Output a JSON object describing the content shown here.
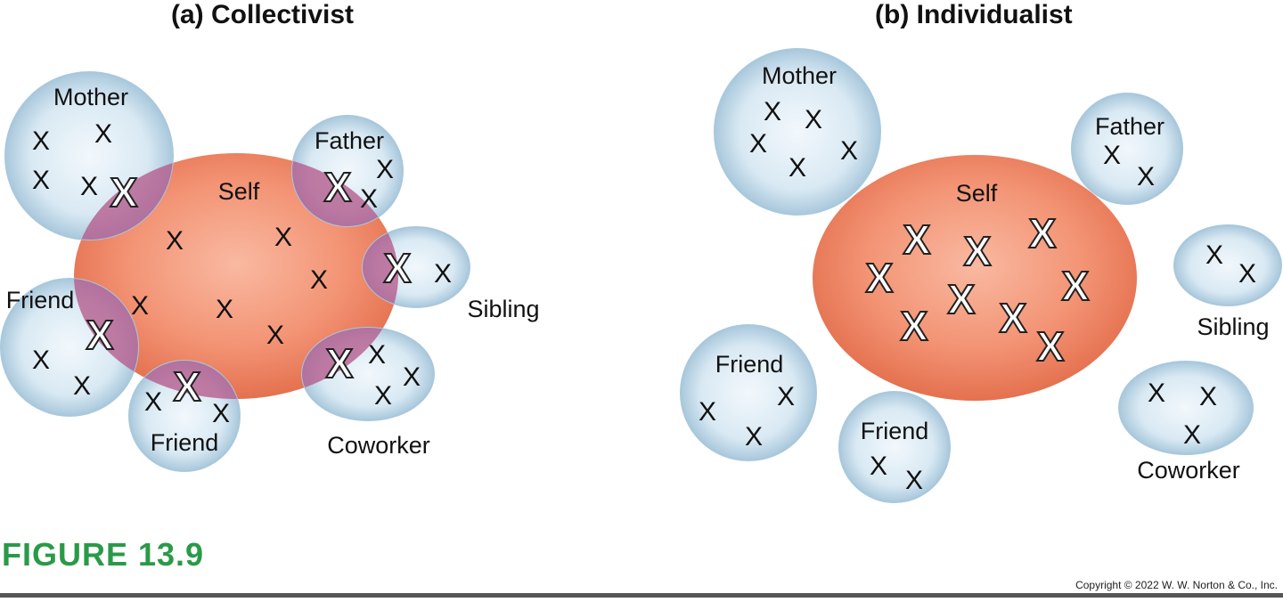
{
  "panel_a": {
    "title": "(a)  Collectivist",
    "self_label": "Self",
    "others": {
      "mother": "Mother",
      "father": "Father",
      "sibling": "Sibling",
      "friend_left": "Friend",
      "friend_bottom": "Friend",
      "coworker": "Coworker"
    }
  },
  "panel_b": {
    "title": "(b)  Individualist",
    "self_label": "Self",
    "others": {
      "mother": "Mother",
      "father": "Father",
      "sibling": "Sibling",
      "friend_left": "Friend",
      "friend_bottom": "Friend",
      "coworker": "Coworker"
    }
  },
  "mark": "X",
  "figure_label": "FIGURE 13.9",
  "copyright": "Copyright © 2022 W. W. Norton & Co., Inc.",
  "colors": {
    "self_fill": "#f08c6e",
    "other_fill": "#cfe3ef",
    "overlap_fill": "#b35a8c",
    "figure_label": "#2a9a48"
  }
}
